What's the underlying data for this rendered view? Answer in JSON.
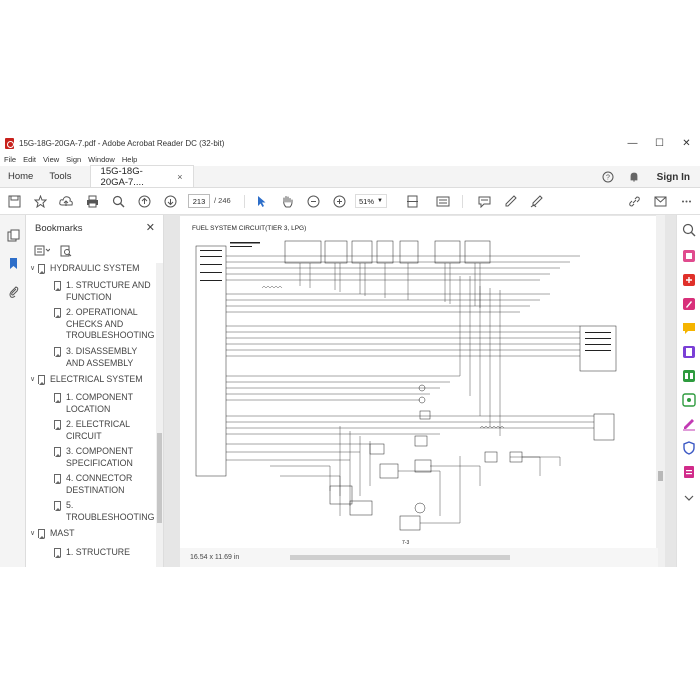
{
  "window": {
    "title": "15G-18G-20GA-7.pdf - Adobe Acrobat Reader DC (32-bit)",
    "controls": [
      "—",
      "☐",
      "✕"
    ]
  },
  "menu": [
    "File",
    "Edit",
    "View",
    "Sign",
    "Window",
    "Help"
  ],
  "tabs": {
    "home": "Home",
    "tools": "Tools",
    "document": "15G-18G-20GA-7....",
    "close": "×",
    "signin": "Sign In"
  },
  "toolbar": {
    "page_current": "213",
    "page_total": "/ 246",
    "zoom": "51%"
  },
  "bookmarks": {
    "title": "Bookmarks",
    "items": [
      {
        "label": "HYDRAULIC SYSTEM",
        "level": 0
      },
      {
        "label": "1. STRUCTURE AND FUNCTION",
        "level": 1
      },
      {
        "label": "2. OPERATIONAL CHECKS AND TROUBLESHOOTING",
        "level": 1
      },
      {
        "label": "3. DISASSEMBLY AND ASSEMBLY",
        "level": 1
      },
      {
        "label": "ELECTRICAL SYSTEM",
        "level": 0
      },
      {
        "label": "1. COMPONENT LOCATION",
        "level": 1
      },
      {
        "label": "2. ELECTRICAL CIRCUIT",
        "level": 1
      },
      {
        "label": "3. COMPONENT SPECIFICATION",
        "level": 1
      },
      {
        "label": "4. CONNECTOR DESTINATION",
        "level": 1
      },
      {
        "label": "5. TROUBLESHOOTING",
        "level": 1
      },
      {
        "label": "MAST",
        "level": 0
      },
      {
        "label": "1. STRUCTURE",
        "level": 1
      }
    ]
  },
  "document": {
    "heading": "FUEL SYSTEM CIRCUIT(TIER 3, LPG)",
    "page_label": "7-3",
    "page_size": "16.54 x 11.69 in"
  }
}
